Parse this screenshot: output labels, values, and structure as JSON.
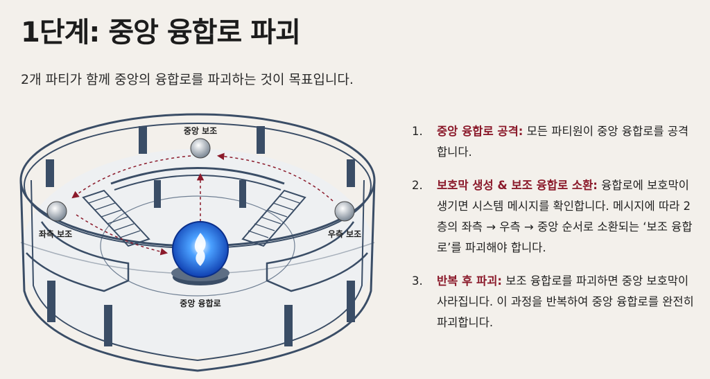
{
  "title": "1단계: 중앙 융합로 파괴",
  "subtitle": "2개 파티가 함께 중앙의 융합로를 파괴하는 것이 목표입니다.",
  "diagram": {
    "labels": {
      "center_support": "중앙 보조",
      "left_support": "좌측 보조",
      "right_support": "우측 보조",
      "core": "중앙 융합로"
    },
    "colors": {
      "arrow": "#8b1a2b",
      "structure": "#3a4d66",
      "core": "#2f7ff0"
    }
  },
  "steps": [
    {
      "number": "1.",
      "title": "중앙 융합로 공격:",
      "text": "모든 파티원이 중앙 융합로를 공격합니다."
    },
    {
      "number": "2.",
      "title": "보호막 생성 & 보조 융합로 소환:",
      "text": "융합로에 보호막이 생기면 시스템 메시지를 확인합니다. 메시지에 따라 2층의 좌측 → 우측 → 중앙 순서로 소환되는 ‘보조 융합로’를 파괴해야 합니다."
    },
    {
      "number": "3.",
      "title": "반복 후 파괴:",
      "text": "보조 융합로를 파괴하면 중앙 보호막이 사라집니다. 이 과정을 반복하여 중앙 융합로를 완전히 파괴합니다."
    }
  ]
}
